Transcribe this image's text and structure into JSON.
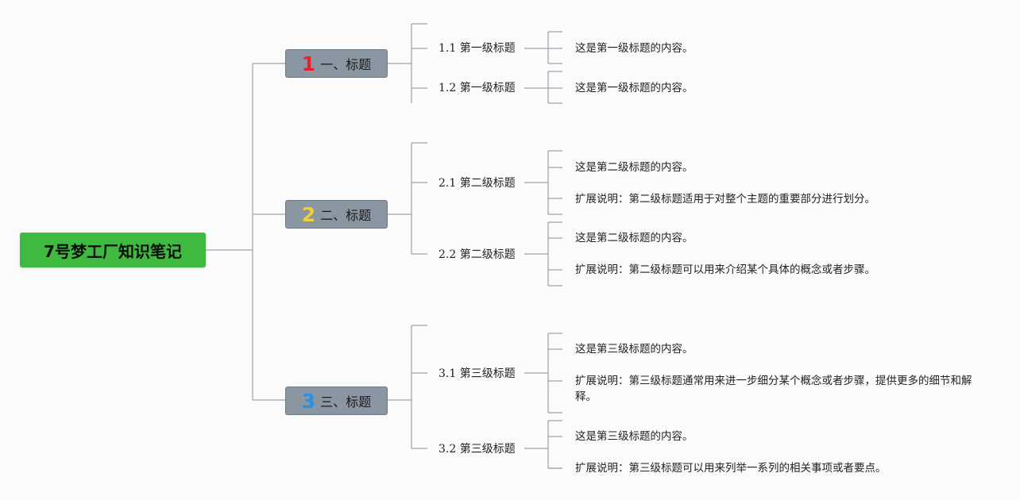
{
  "root": {
    "label": "7号梦工厂知识笔记",
    "color": "#3fb940"
  },
  "topics": [
    {
      "number": "1",
      "number_color": "#e8202a",
      "label": "一、标题",
      "subtopics": [
        {
          "label": "1.1 第一级标题",
          "items": [
            "这是第一级标题的内容。"
          ]
        },
        {
          "label": "1.2 第一级标题",
          "items": [
            "这是第一级标题的内容。"
          ]
        }
      ]
    },
    {
      "number": "2",
      "number_color": "#f2cf3a",
      "label": "二、标题",
      "subtopics": [
        {
          "label": "2.1 第二级标题",
          "items": [
            "这是第二级标题的内容。",
            "扩展说明：第二级标题适用于对整个主题的重要部分进行划分。"
          ]
        },
        {
          "label": "2.2 第二级标题",
          "items": [
            "这是第二级标题的内容。",
            "扩展说明：第二级标题可以用来介绍某个具体的概念或者步骤。"
          ]
        }
      ]
    },
    {
      "number": "3",
      "number_color": "#2a90e0",
      "label": "三、标题",
      "subtopics": [
        {
          "label": "3.1 第三级标题",
          "items": [
            "这是第三级标题的内容。",
            "扩展说明：第三级标题通常用来进一步细分某个概念或者步骤，提供更多的细节和解释。"
          ]
        },
        {
          "label": "3.2 第三级标题",
          "items": [
            "这是第三级标题的内容。",
            "扩展说明：第三级标题可以用来列举一系列的相关事项或者要点。"
          ]
        }
      ]
    }
  ],
  "line_color": "#9aa4ae"
}
